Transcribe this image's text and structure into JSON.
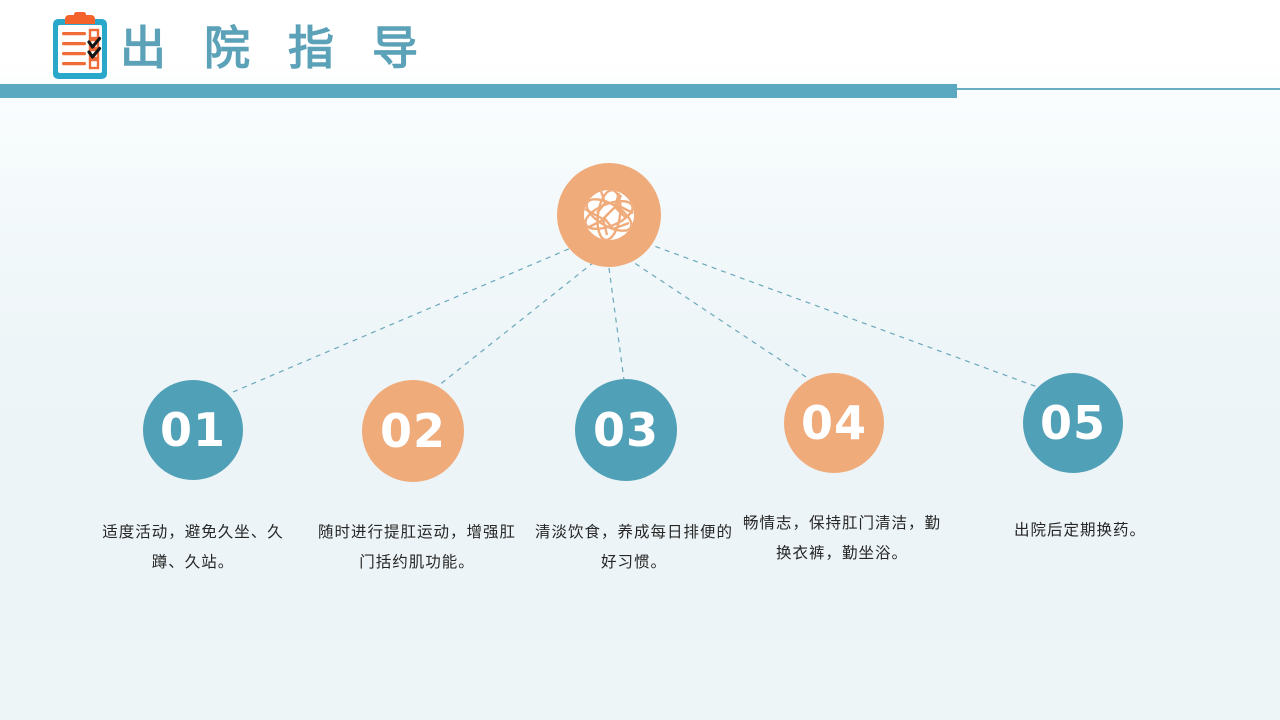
{
  "header": {
    "title": "出 院 指 导",
    "icon": "clipboard-checklist-icon",
    "bar_color": "#5aa9c0",
    "title_color": "#5ba1b8"
  },
  "diagram": {
    "type": "radial-fan",
    "hub": {
      "icon": "globe-network-icon",
      "color": "#f0ab7b"
    },
    "connector_color": "#6aa8bb",
    "connector_style": "dashed",
    "nodes": [
      {
        "number": "01",
        "color": "#50a0b7",
        "text": "适度活动，避免久坐、久蹲、久站。"
      },
      {
        "number": "02",
        "color": "#f0ab7b",
        "text": "随时进行提肛运动，增强肛门括约肌功能。"
      },
      {
        "number": "03",
        "color": "#50a0b7",
        "text": "清淡饮食，养成每日排便的好习惯。"
      },
      {
        "number": "04",
        "color": "#f0ab7b",
        "text": "畅情志，保持肛门清洁，勤换衣裤，勤坐浴。"
      },
      {
        "number": "05",
        "color": "#50a0b7",
        "text": "出院后定期换药。"
      }
    ]
  }
}
